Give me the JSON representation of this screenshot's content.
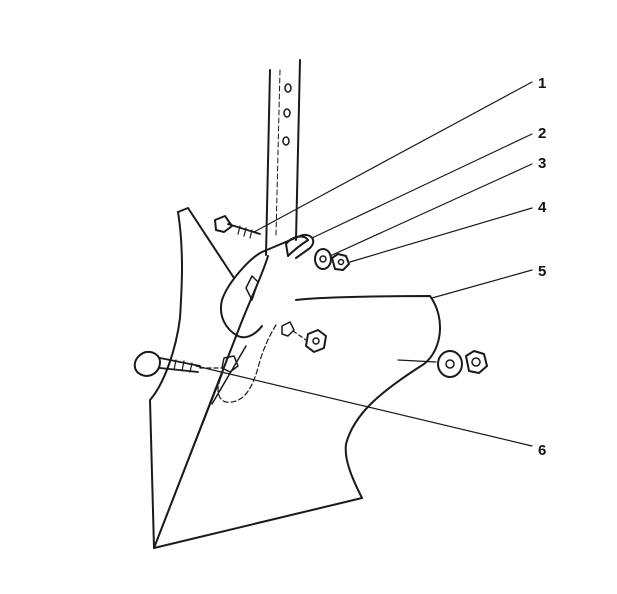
{
  "callouts": [
    {
      "number": "1"
    },
    {
      "number": "2"
    },
    {
      "number": "3"
    },
    {
      "number": "4"
    },
    {
      "number": "5"
    },
    {
      "number": "6"
    }
  ],
  "colors": {
    "ink": "#1a1a1a",
    "background": "#ffffff"
  }
}
